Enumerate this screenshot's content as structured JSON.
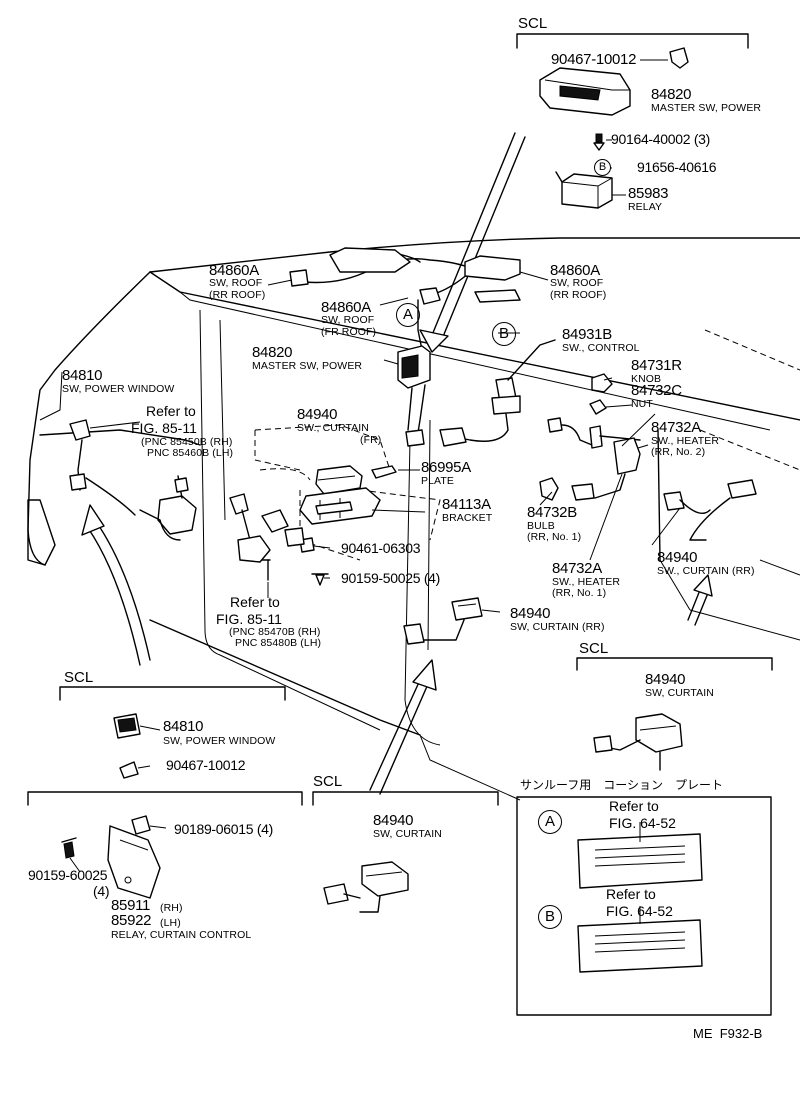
{
  "diagram": {
    "code": "ME  F932-B",
    "scl_label": "SCL",
    "japanese_caption": "サンルーフ用　コーション　プレート",
    "callouts": {
      "a": "A",
      "b": "B"
    },
    "parts": {
      "p90467_top": "90467-10012",
      "p84820_top": "84820",
      "p84820_top_desc": "MASTER SW, POWER",
      "p90164": "90164-40002 (3)",
      "p91656": "91656-40616",
      "p85983": "85983",
      "p85983_desc": "RELAY",
      "p84860A_left": "84860A",
      "p84860A_left_desc1": "SW, ROOF",
      "p84860A_left_desc2": "(RR ROOF)",
      "p84860A_mid": "84860A",
      "p84860A_mid_desc1": "SW, ROOF",
      "p84860A_mid_desc2": "(FR ROOF)",
      "p84860A_right": "84860A",
      "p84860A_right_desc1": "SW, ROOF",
      "p84860A_right_desc2": "(RR ROOF)",
      "p84931B": "84931B",
      "p84931B_desc": "SW., CONTROL",
      "p84820_main": "84820",
      "p84820_main_desc": "MASTER SW, POWER",
      "p84810_main": "84810",
      "p84810_main_desc": "SW, POWER WINDOW",
      "ref1_line1": "Refer to",
      "ref1_line2": "FIG. 85-11",
      "ref1_line3": "(PNC 85450B (RH)",
      "ref1_line4": "PNC 85460B (LH)",
      "p84940_fr": "84940",
      "p84940_fr_desc1": "SW., CURTAIN",
      "p84940_fr_desc2": "(FR)",
      "p84731R": "84731R",
      "p84731R_desc": "KNOB",
      "p84732C": "84732C",
      "p84732C_desc": "NUT",
      "p84732A_rr2": "84732A",
      "p84732A_rr2_desc1": "SW., HEATER",
      "p84732A_rr2_desc2": "(RR, No. 2)",
      "p86995A": "86995A",
      "p86995A_desc": "PLATE",
      "p84113A": "84113A",
      "p84113A_desc": "BRACKET",
      "p84732B": "84732B",
      "p84732B_desc1": "BULB",
      "p84732B_desc2": "(RR, No. 1)",
      "p84940_rr_right": "84940",
      "p84940_rr_right_desc": "SW., CURTAIN (RR)",
      "p90461": "90461-06303",
      "p90159_main": "90159-50025 (4)",
      "p84732A_rr1": "84732A",
      "p84732A_rr1_desc1": "SW., HEATER",
      "p84732A_rr1_desc2": "(RR, No. 1)",
      "ref2_line1": "Refer to",
      "ref2_line2": "FIG. 85-11",
      "ref2_line3": "(PNC 85470B (RH)",
      "ref2_line4": "PNC 85480B (LH)",
      "p84940_rr_mid": "84940",
      "p84940_rr_mid_desc": "SW, CURTAIN (RR)",
      "p84810_scl": "84810",
      "p84810_scl_desc": "SW, POWER WINDOW",
      "p90467_scl": "90467-10012",
      "p84940_scl_right": "84940",
      "p84940_scl_right_desc": "SW, CURTAIN",
      "p90189": "90189-06015 (4)",
      "p90159_scl1": "90159-60025",
      "p90159_scl2": "(4)",
      "p85911": "85911",
      "p85911_sfx": "(RH)",
      "p85922": "85922",
      "p85922_sfx": "(LH)",
      "p8591x_desc": "RELAY, CURTAIN CONTROL",
      "p84940_scl_bottom": "84940",
      "p84940_scl_bottom_desc": "SW, CURTAIN",
      "refA_line1": "Refer to",
      "refA_line2": "FIG. 64-52",
      "refB_line1": "Refer to",
      "refB_line2": "FIG. 64-52"
    }
  }
}
